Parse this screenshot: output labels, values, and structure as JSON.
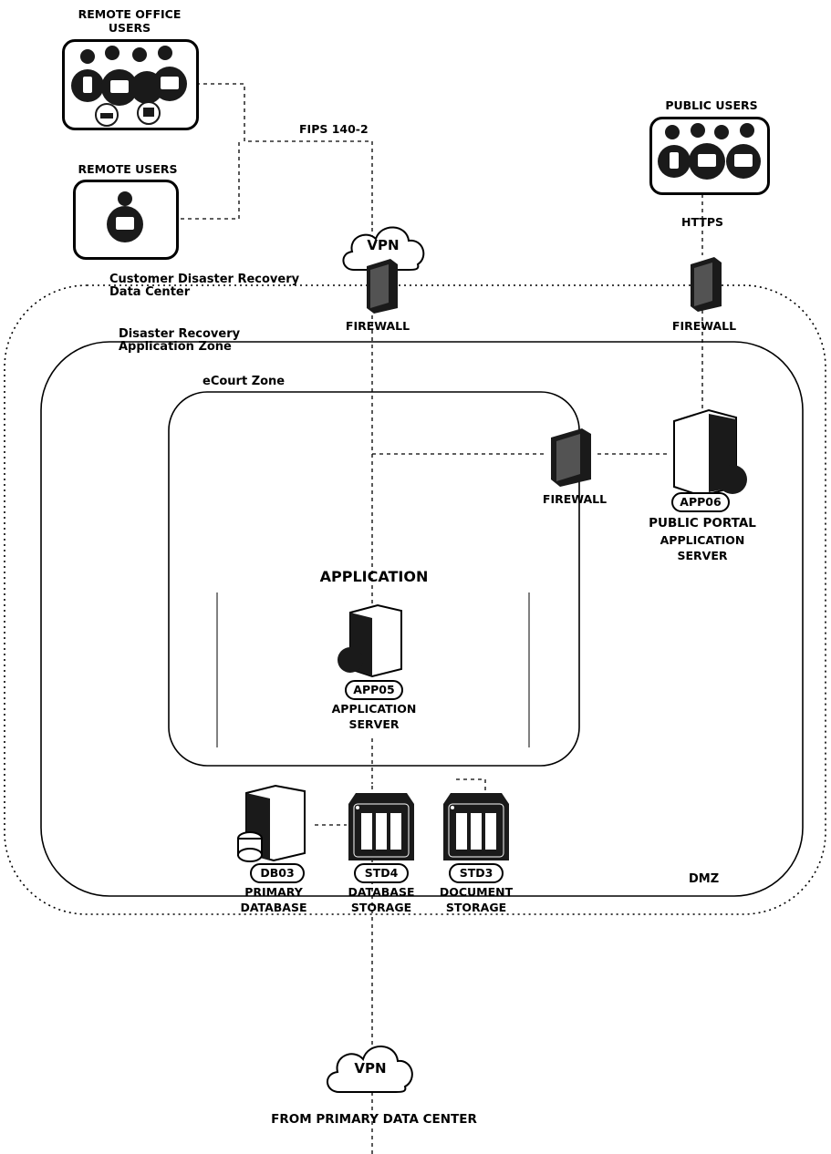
{
  "remote_office": {
    "title_line1": "REMOTE OFFICE",
    "title_line2": "USERS"
  },
  "remote_users": {
    "title": "REMOTE USERS"
  },
  "public_users": {
    "title": "PUBLIC USERS"
  },
  "links": {
    "fips": "FIPS 140-2",
    "https": "HTTPS"
  },
  "vpn_top": "VPN",
  "vpn_bottom": "VPN",
  "zones": {
    "customer_dr": {
      "line1": "Customer Disaster Recovery",
      "line2": "Data Center"
    },
    "dr_app": {
      "line1": "Disaster Recovery",
      "line2": "Application Zone"
    },
    "ecourt": "eCourt Zone",
    "dmz": "DMZ"
  },
  "firewalls": {
    "top_center": "FIREWALL",
    "top_right": "FIREWALL",
    "middle": "FIREWALL"
  },
  "app06": {
    "id": "APP06",
    "line1": "PUBLIC PORTAL",
    "line2": "APPLICATION",
    "line3": "SERVER"
  },
  "application_heading": "APPLICATION",
  "app05": {
    "id": "APP05",
    "line1": "APPLICATION",
    "line2": "SERVER"
  },
  "db03": {
    "id": "DB03",
    "line1": "PRIMARY",
    "line2": "DATABASE"
  },
  "std4": {
    "id": "STD4",
    "line1": "DATABASE",
    "line2": "STORAGE"
  },
  "std3": {
    "id": "STD3",
    "line1": "DOCUMENT",
    "line2": "STORAGE"
  },
  "from_primary": "FROM PRIMARY DATA CENTER",
  "colors": {
    "line": "#000000",
    "background": "#ffffff",
    "device": "#1a1a1a"
  }
}
